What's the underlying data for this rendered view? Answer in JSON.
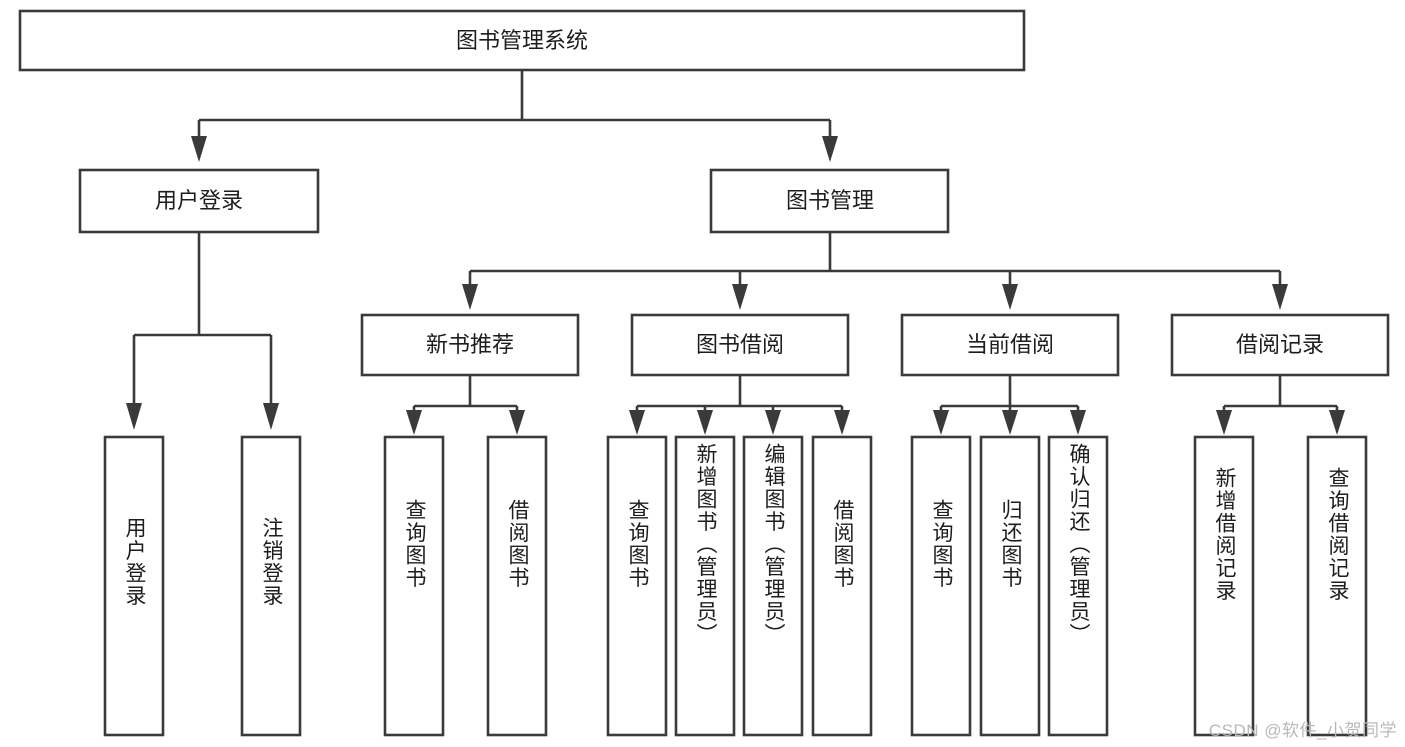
{
  "diagram": {
    "title": "图书管理系统",
    "type": "tree-hierarchy-diagram",
    "root": {
      "label": "图书管理系统"
    },
    "level2": [
      {
        "label": "用户登录"
      },
      {
        "label": "图书管理"
      }
    ],
    "level3": [
      {
        "label": "新书推荐"
      },
      {
        "label": "图书借阅"
      },
      {
        "label": "当前借阅"
      },
      {
        "label": "借阅记录"
      }
    ],
    "leaves": {
      "user_login": [
        {
          "label": "用户登录"
        },
        {
          "label": "注销登录"
        }
      ],
      "new_book_recommend": [
        {
          "label": "查询图书"
        },
        {
          "label": "借阅图书"
        }
      ],
      "book_borrow": [
        {
          "label": "查询图书"
        },
        {
          "label": "新增图书（管理员）"
        },
        {
          "label": "编辑图书（管理员）"
        },
        {
          "label": "借阅图书"
        }
      ],
      "current_borrow": [
        {
          "label": "查询图书"
        },
        {
          "label": "归还图书"
        },
        {
          "label": "确认归还（管理员）"
        }
      ],
      "borrow_record": [
        {
          "label": "新增借阅记录"
        },
        {
          "label": "查询借阅记录"
        }
      ]
    },
    "watermark": "CSDN @软件_小贺同学",
    "colors": {
      "stroke": "#3a3a3a",
      "box_fill": "#ffffff",
      "text": "#1d1d1d",
      "watermark": "#b9b9b9",
      "background": "#ffffff"
    }
  }
}
